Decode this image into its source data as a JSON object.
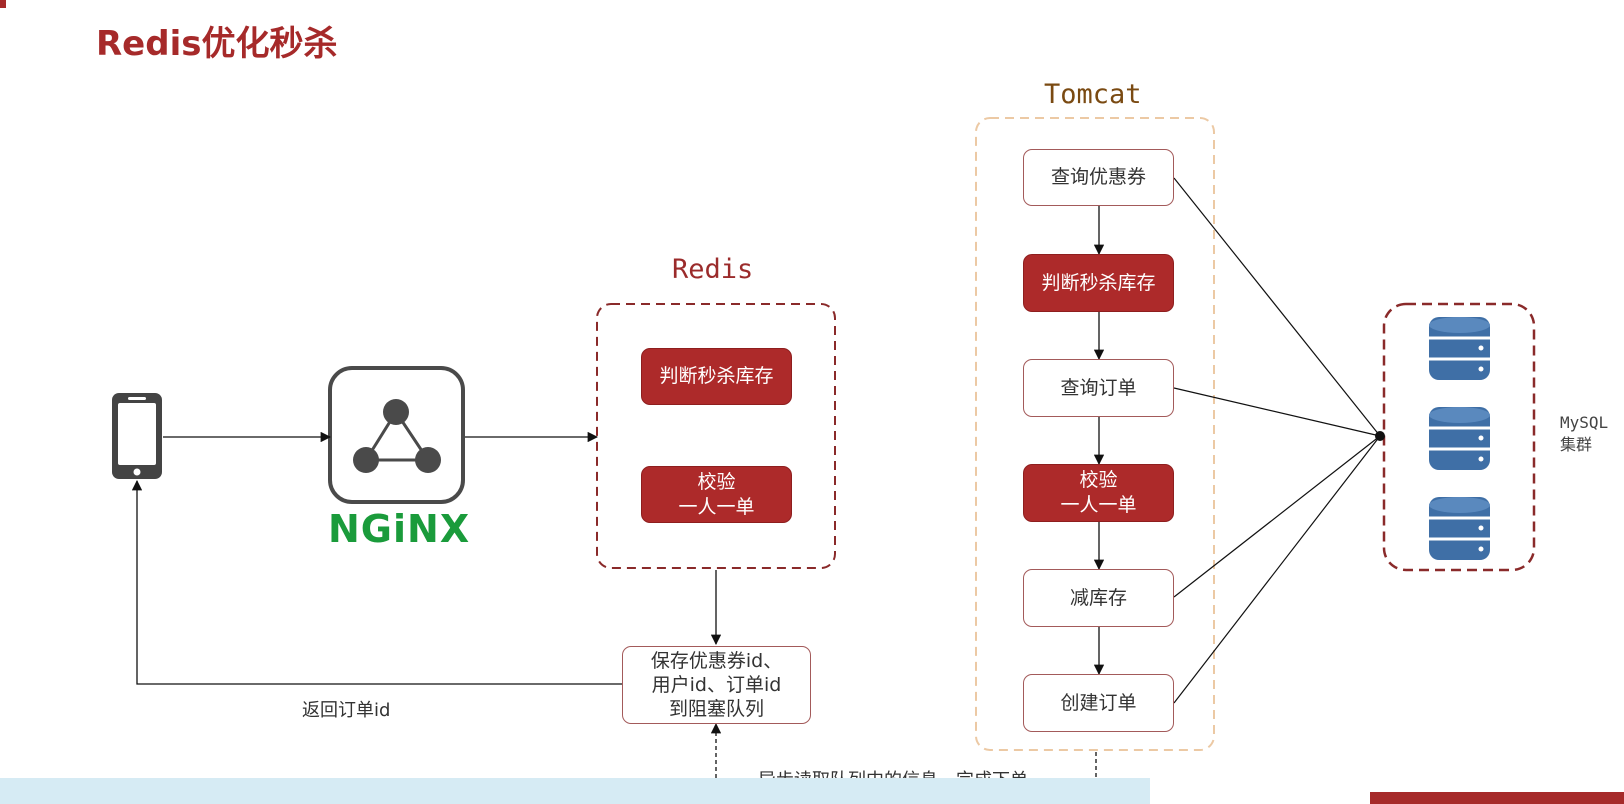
{
  "title": "Redis优化秒杀",
  "redis": {
    "label": "Redis",
    "steps": [
      "判断秒杀库存",
      "校验\n一人一单"
    ]
  },
  "tomcat": {
    "label": "Tomcat",
    "steps": [
      "查询优惠券",
      "判断秒杀库存",
      "查询订单",
      "校验\n一人一单",
      "减库存",
      "创建订单"
    ]
  },
  "queue_box": "保存优惠券id、\n用户id、订单id\n到阻塞队列",
  "labels": {
    "return_order": "返回订单id",
    "async_read": "异步读取队列中的信息，完成下单",
    "mysql": "MySQL\n集群"
  },
  "nginx": {
    "word": "NGiNX"
  },
  "colors": {
    "accent_red": "#ad2a2a",
    "nginx_green": "#1a9b3b",
    "db_blue": "#3f6fa6"
  },
  "icons": [
    "phone-icon",
    "nginx-icon",
    "database-icon"
  ]
}
